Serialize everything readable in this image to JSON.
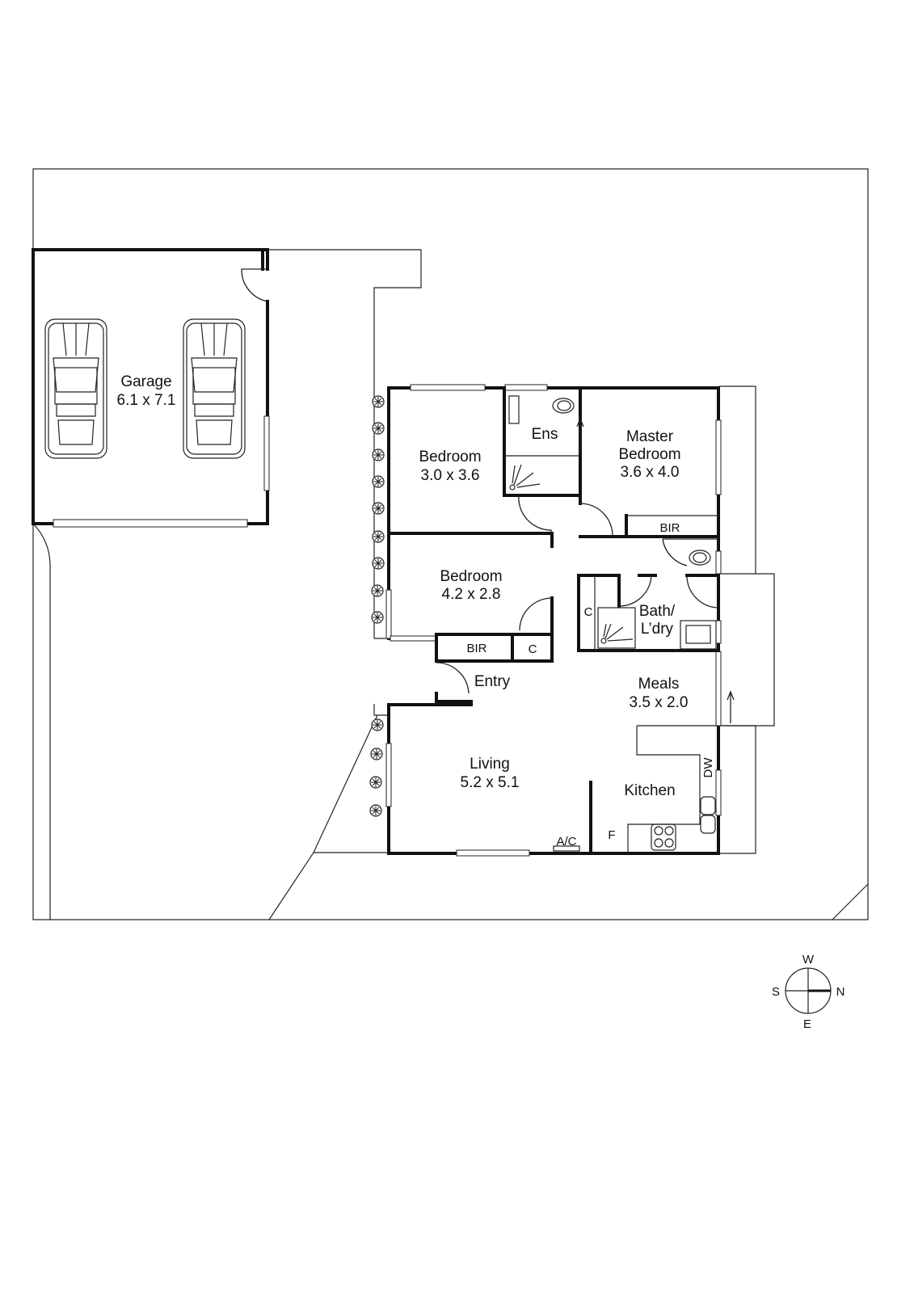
{
  "rooms": {
    "garage": {
      "name": "Garage",
      "size": "6.1 x 7.1"
    },
    "bedroom2": {
      "name": "Bedroom",
      "size": "3.0 x 3.6"
    },
    "ensuite": {
      "name": "Ens"
    },
    "master": {
      "name_line1": "Master",
      "name_line2": "Bedroom",
      "size": "3.6 x 4.0"
    },
    "master_bir": {
      "name": "BIR"
    },
    "bedroom3": {
      "name": "Bedroom",
      "size": "4.2 x 2.8"
    },
    "bedroom3_bir": {
      "name": "BIR"
    },
    "linen": {
      "name": "C"
    },
    "entry": {
      "name": "Entry"
    },
    "bath": {
      "name_line1": "Bath/",
      "name_line2": "L’dry",
      "cupboard": "C"
    },
    "meals": {
      "name": "Meals",
      "size": "3.5 x 2.0"
    },
    "living": {
      "name": "Living",
      "size": "5.2 x 5.1"
    },
    "kitchen": {
      "name": "Kitchen",
      "dishwasher": "DW",
      "fridge": "F"
    },
    "aircon": {
      "name": "A/C"
    }
  },
  "compass": {
    "north": "N",
    "south": "S",
    "east": "E",
    "west": "W"
  },
  "colors": {
    "line": "#111111",
    "background": "#ffffff"
  }
}
